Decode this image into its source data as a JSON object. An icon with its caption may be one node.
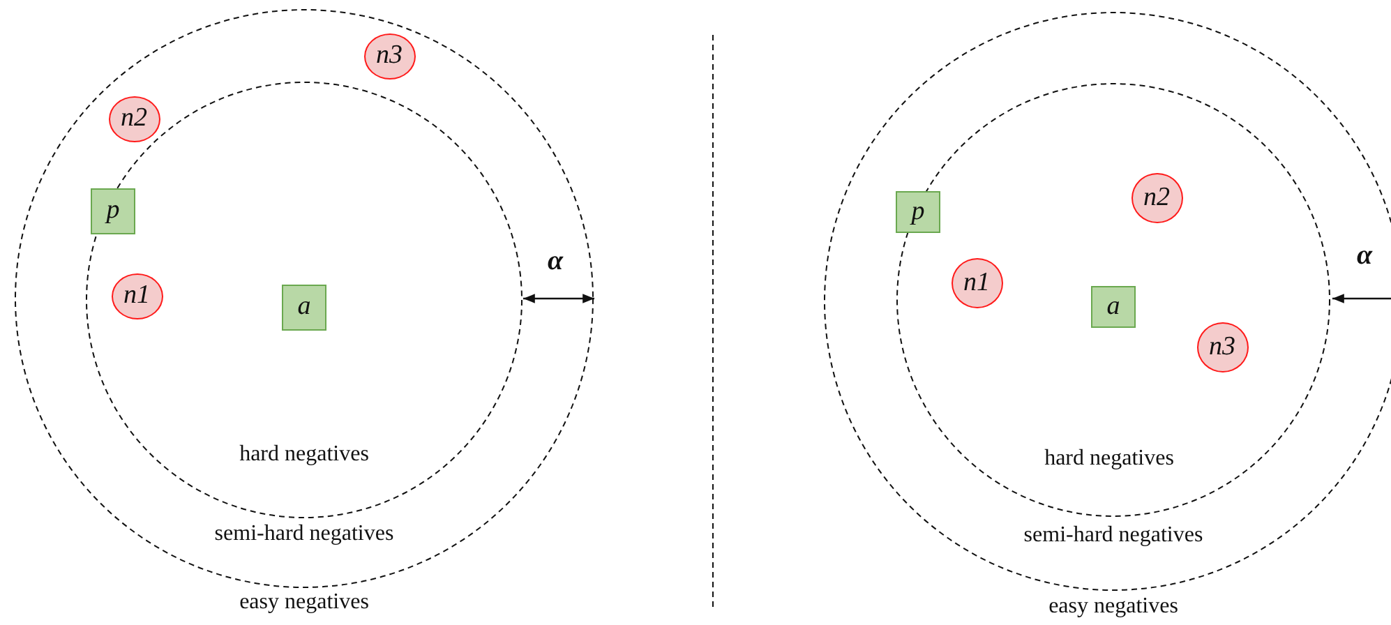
{
  "diagram": {
    "nodes": [
      {
        "text": [
          "n3"
        ]
      },
      {
        "text": [
          "n2"
        ]
      },
      {
        "text": [
          "p"
        ]
      },
      {
        "text": [
          "n1"
        ]
      },
      {
        "text": [
          "a"
        ]
      },
      {
        "text": [
          "p"
        ]
      },
      {
        "text": [
          "n2"
        ]
      },
      {
        "text": [
          "n1"
        ]
      },
      {
        "text": [
          "a"
        ]
      },
      {
        "text": [
          "n3"
        ]
      }
    ],
    "labels": [
      "α",
      "hard negatives",
      "semi-hard negatives",
      "easy negatives",
      "α",
      "hard negatives",
      "semi-hard negatives",
      "easy negatives"
    ]
  }
}
